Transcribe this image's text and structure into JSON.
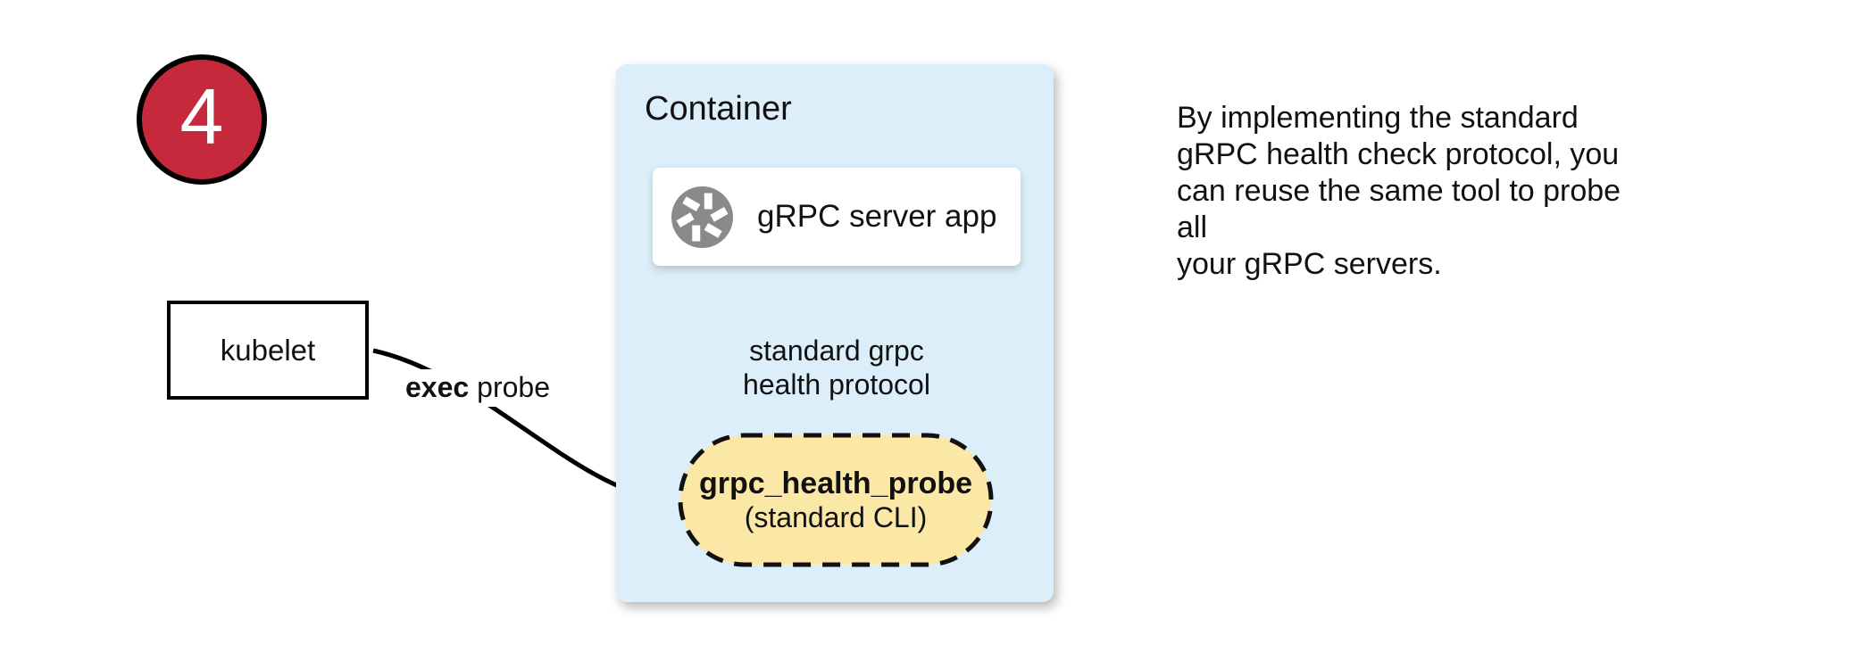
{
  "colors": {
    "badge_red": "#C5293B",
    "container_blue": "#DCEEF9",
    "pill_yellow": "#FBE8A6",
    "icon_gray": "#8A8A8A",
    "text_black": "#111111"
  },
  "badge": {
    "number": "4"
  },
  "kubelet": {
    "label": "kubelet"
  },
  "exec_arrow": {
    "label_bold": "exec",
    "label_regular": "probe"
  },
  "container": {
    "title": "Container",
    "server_box": {
      "icon": "grpc-aperture-icon",
      "label": "gRPC server app"
    },
    "protocol_arrow": {
      "line1": "standard grpc",
      "line2": "health protocol"
    },
    "probe_pill": {
      "title": "grpc_health_probe",
      "subtitle": "(standard CLI)"
    }
  },
  "annotation": {
    "lines": [
      "By implementing the standard",
      "gRPC health check protocol, you",
      "can reuse the same tool to probe all",
      "your gRPC servers."
    ]
  }
}
